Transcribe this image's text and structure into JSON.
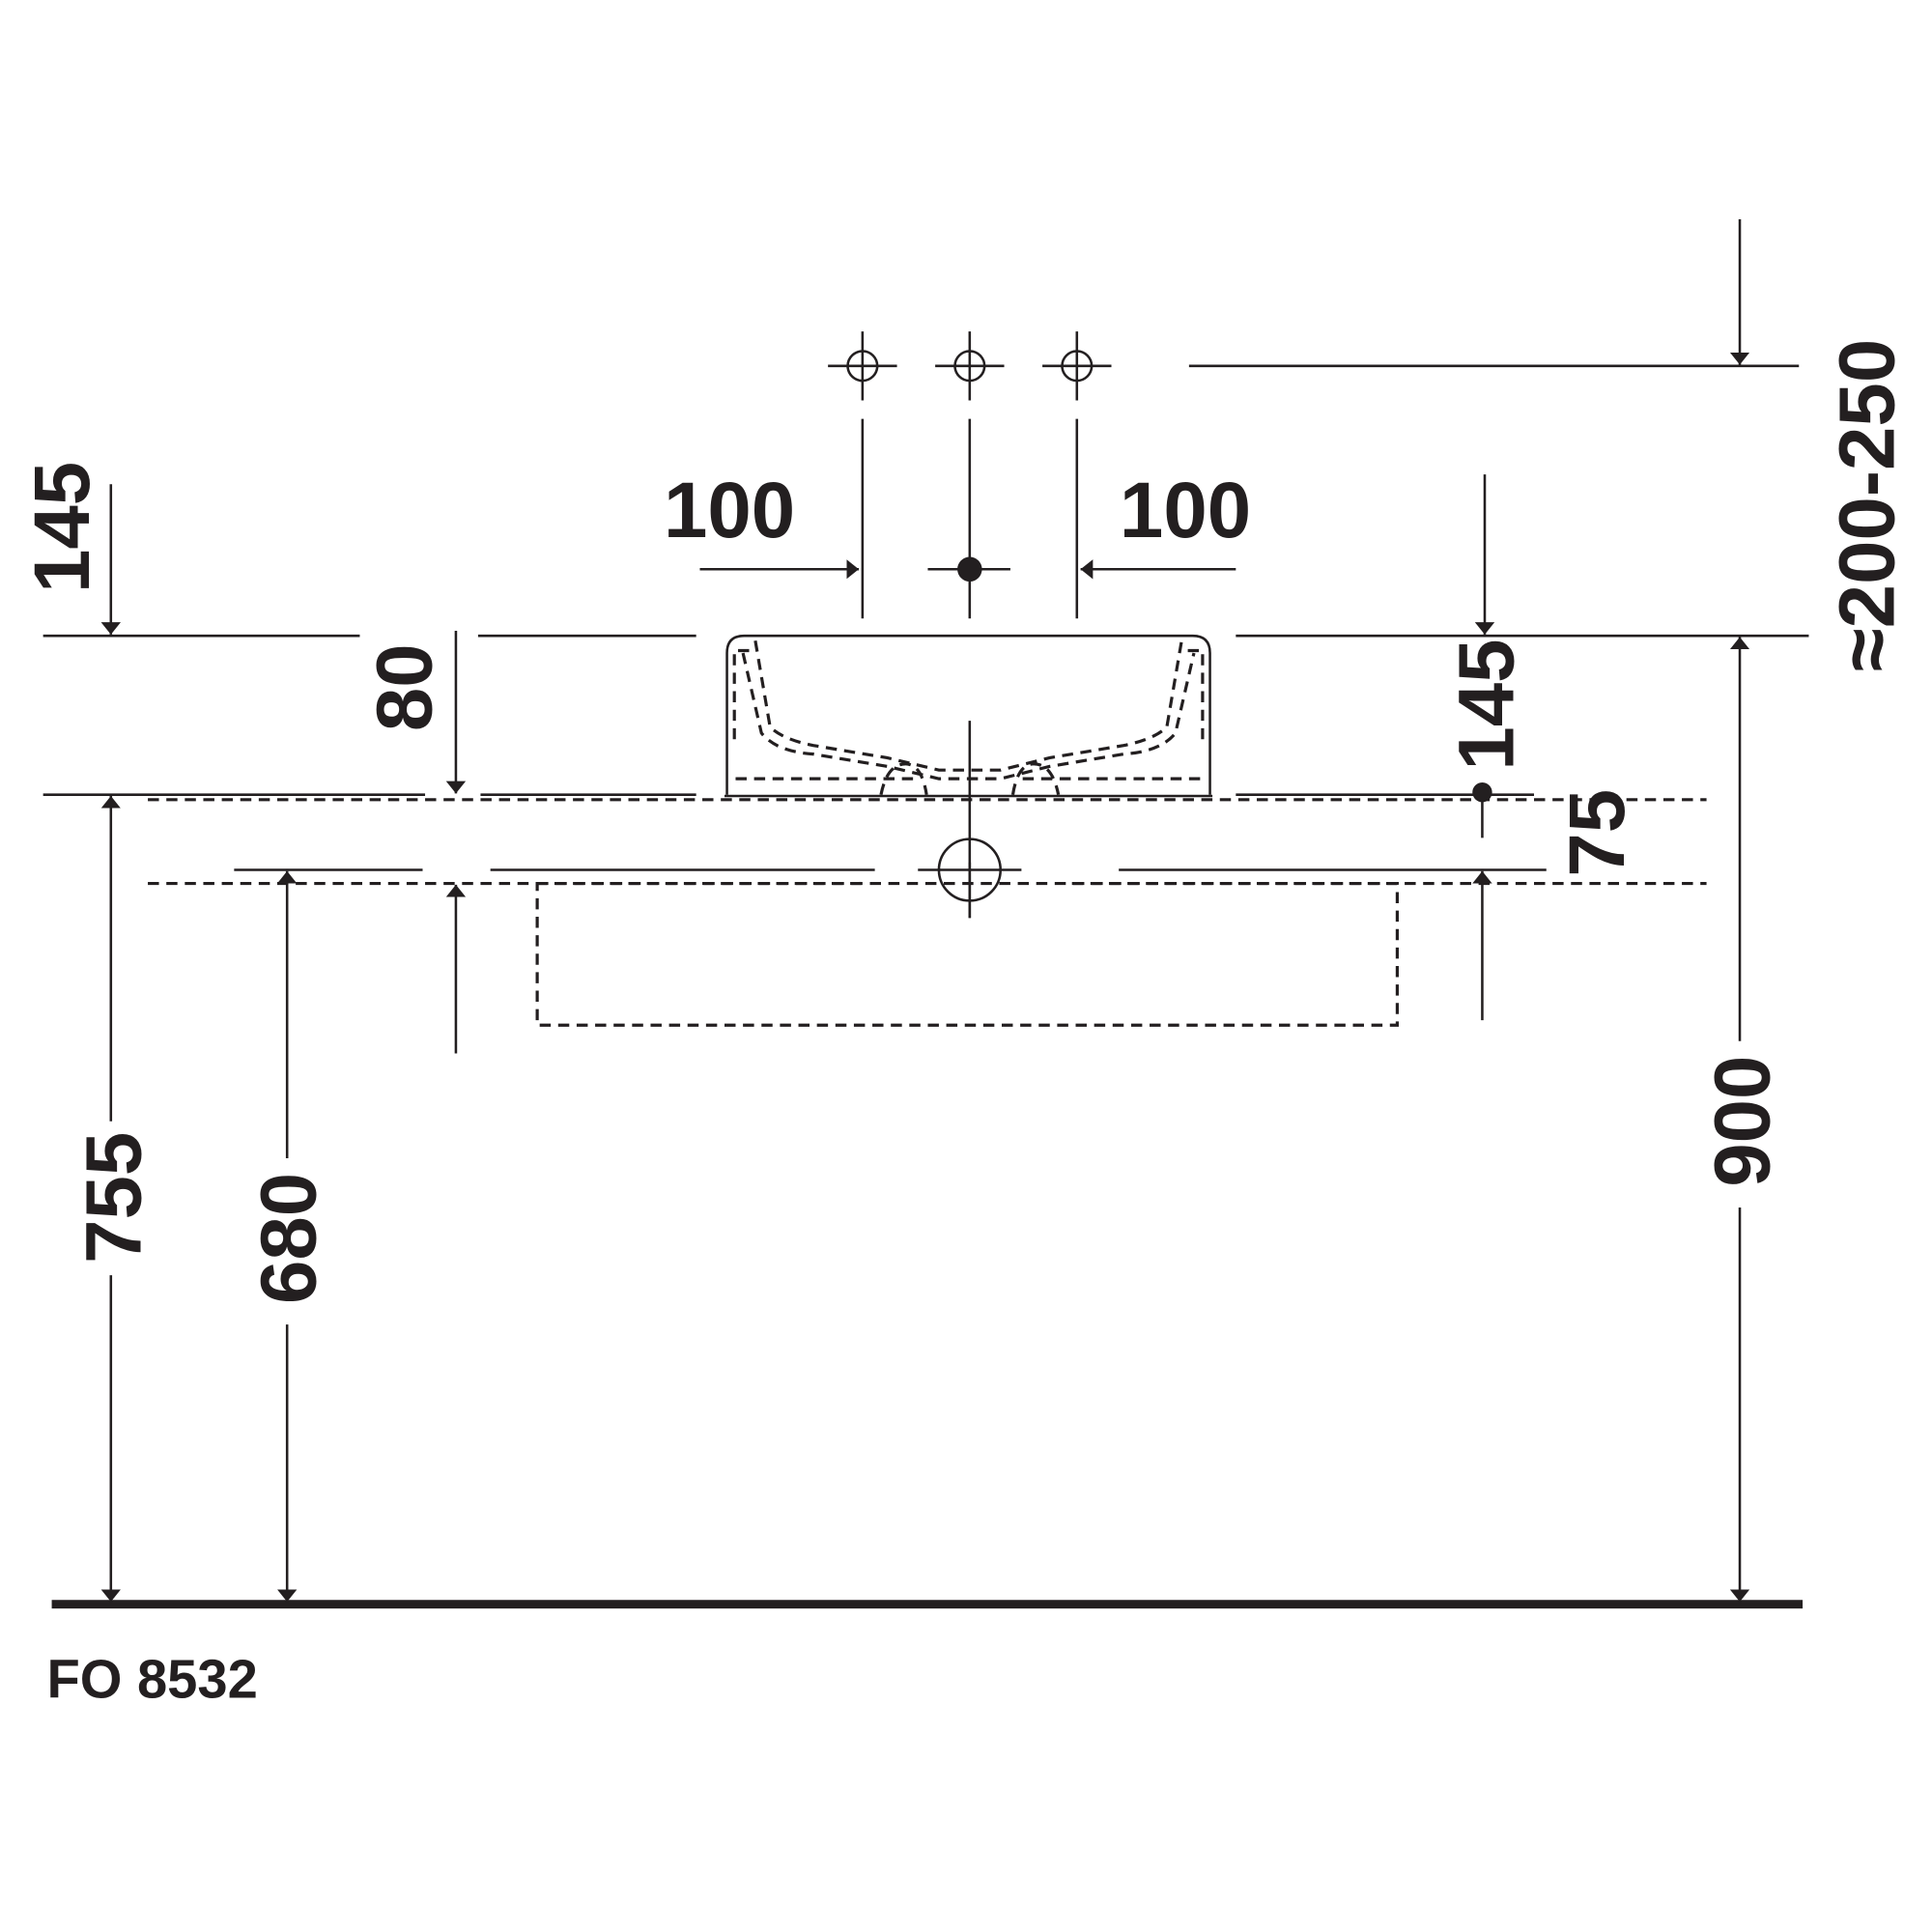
{
  "drawing_code": "FO 8532",
  "dimensions": {
    "tap_spacing_left": "100",
    "tap_spacing_right": "100",
    "left_top_offset": "145",
    "basin_rim_height": "80",
    "right_basin_height": "145",
    "drain_offset": "75",
    "tap_height_range": "≈200-250",
    "counter_height": "755",
    "drain_height": "680",
    "rim_height": "900"
  },
  "colors": {
    "ink": "#231f20",
    "background": "#ffffff"
  }
}
